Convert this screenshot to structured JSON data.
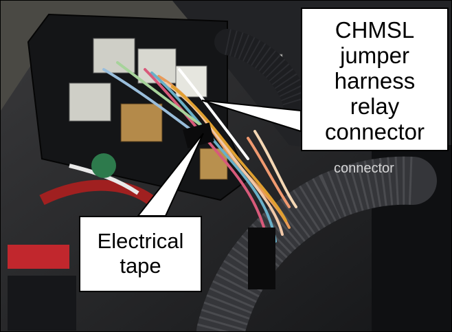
{
  "callouts": {
    "chmsl": {
      "lines": [
        "CHMSL",
        "jumper",
        "harness",
        "relay",
        "connector"
      ]
    },
    "tape": {
      "lines": [
        "Electrical",
        "tape"
      ]
    }
  },
  "background_residual_label": "connector",
  "colors": {
    "callout_fill": "#ffffff",
    "callout_border": "#000000",
    "callout_text": "#000000",
    "corrugated_conduit": "#2e2f33",
    "relay_box": "#111214"
  }
}
